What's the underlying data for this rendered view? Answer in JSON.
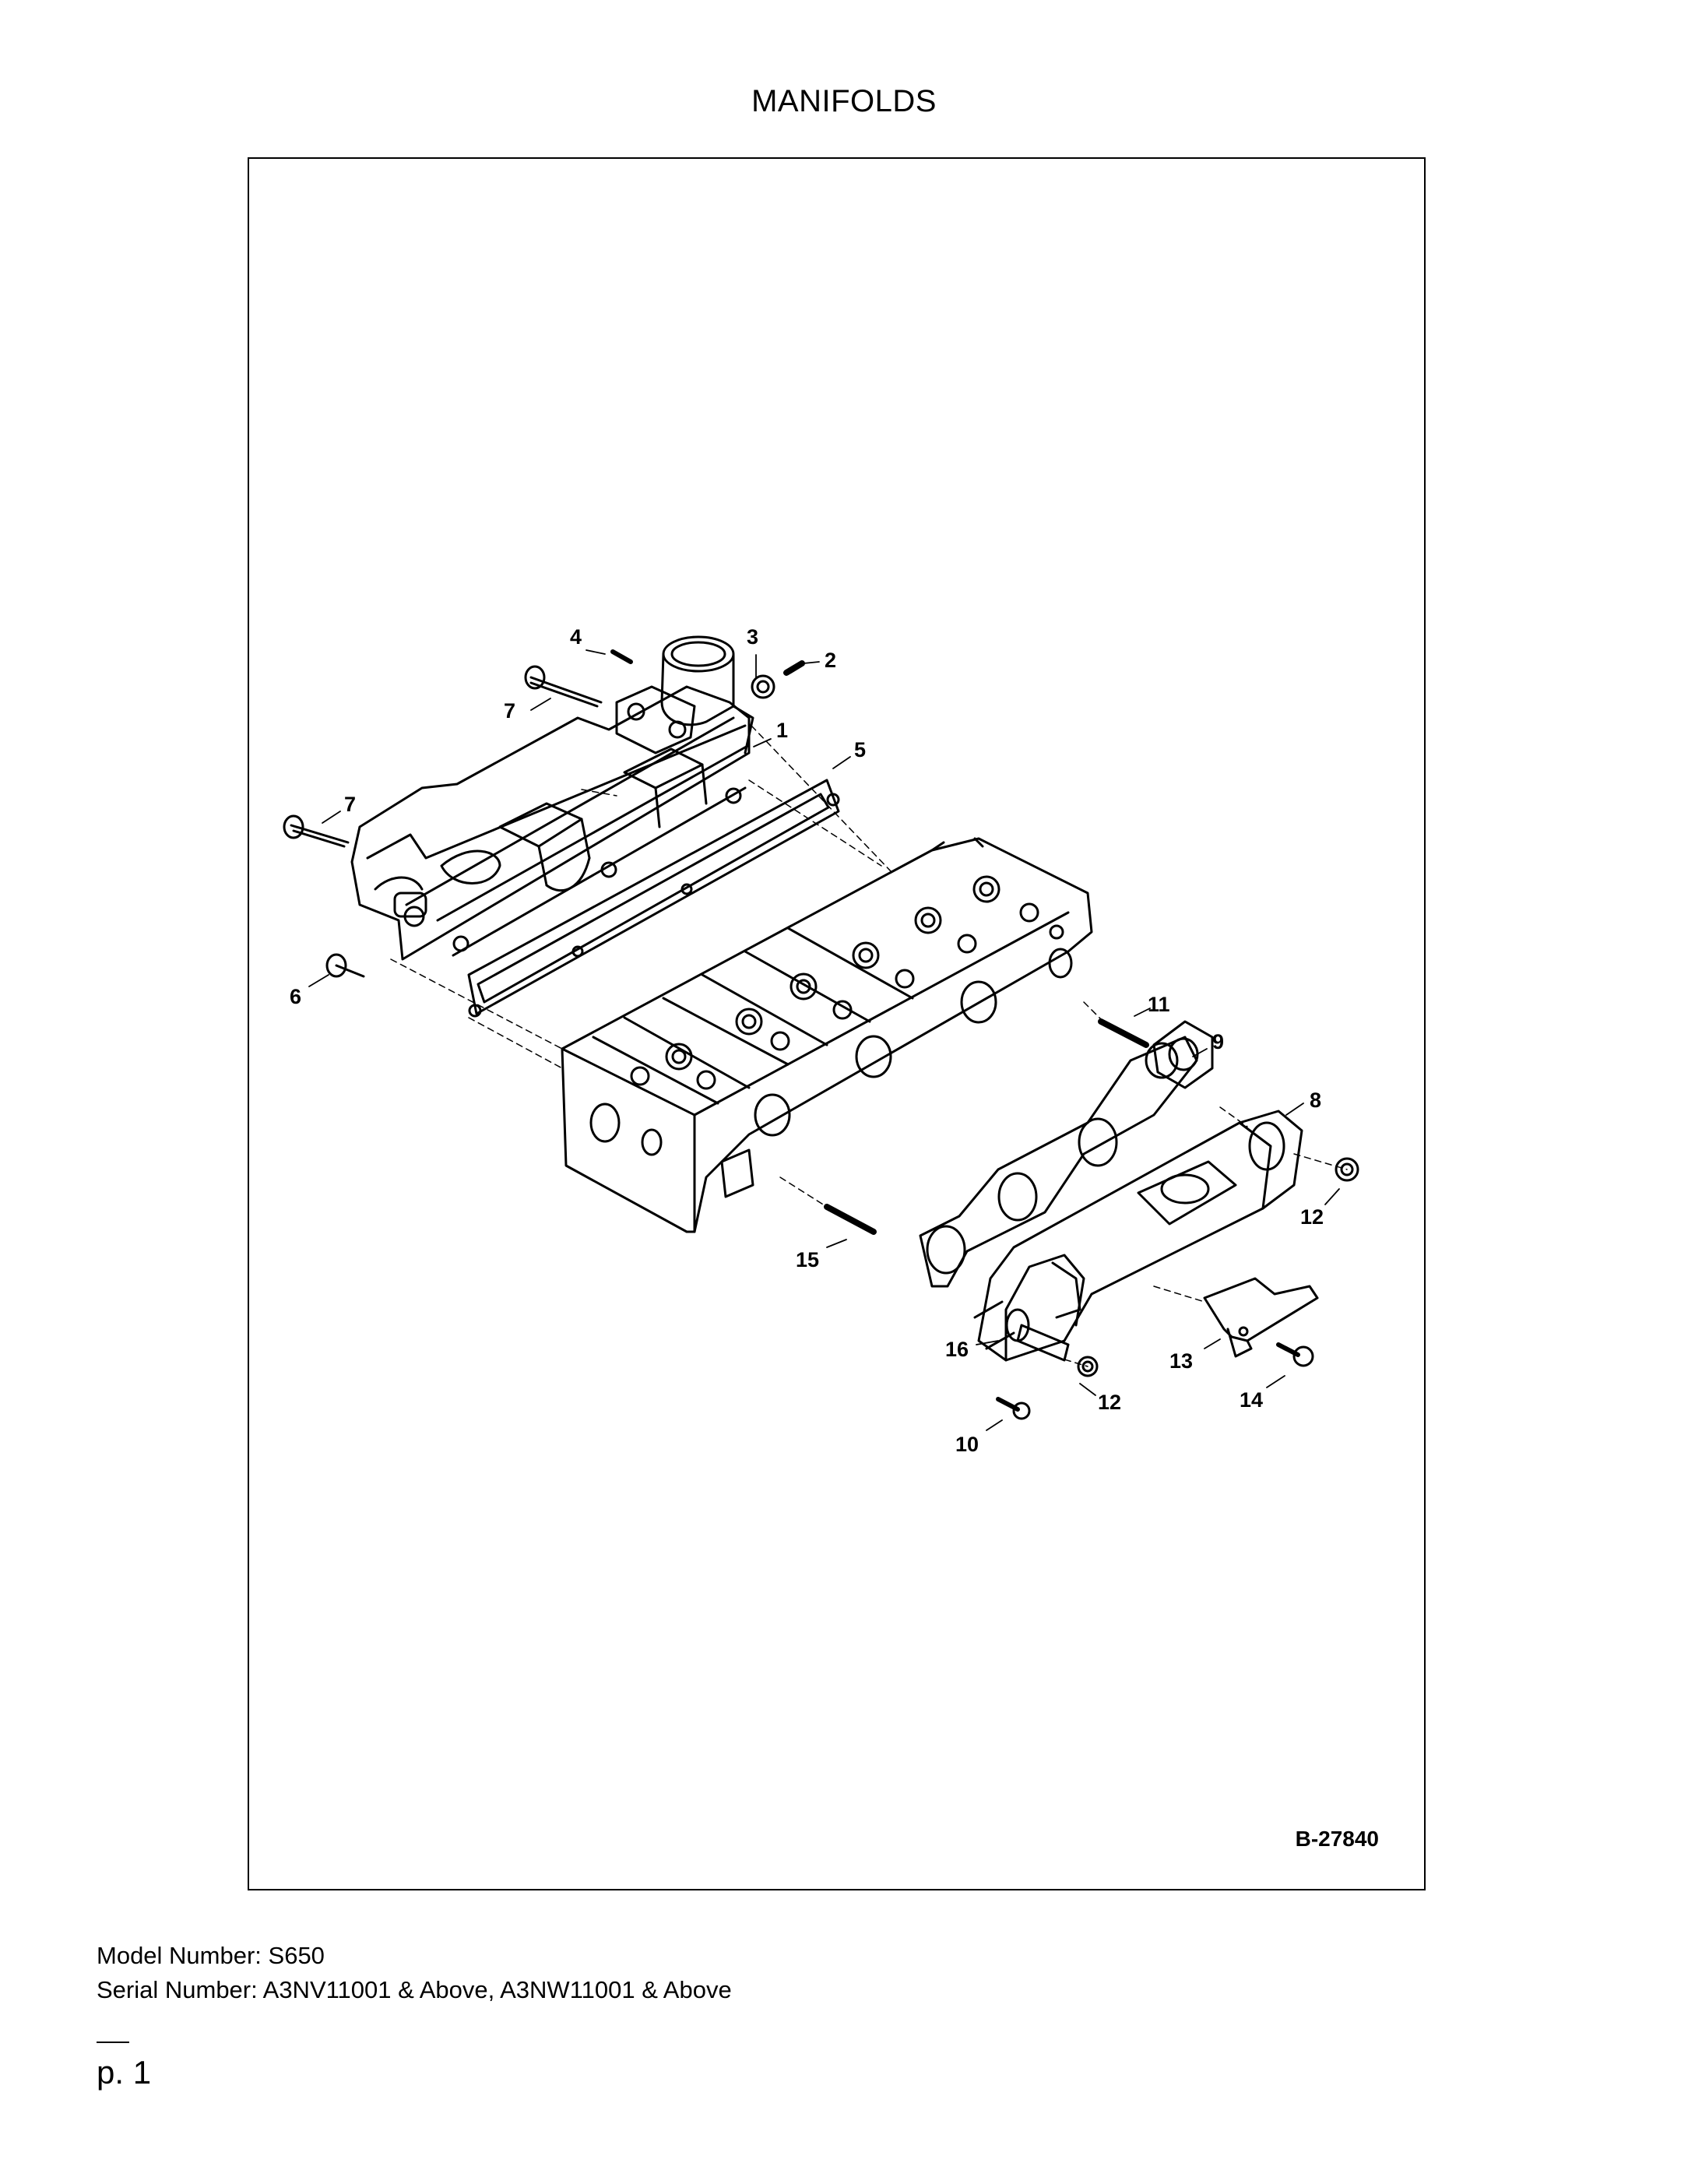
{
  "page": {
    "title": "MANIFOLDS",
    "figure_code": "B-27840",
    "model_line": "Model Number: S650",
    "serial_line": "Serial Number: A3NV11001 & Above, A3NW11001 & Above",
    "page_number": "p. 1"
  },
  "callouts": {
    "c1": "1",
    "c2": "2",
    "c3": "3",
    "c4": "4",
    "c5": "5",
    "c6": "6",
    "c7a": "7",
    "c7b": "7",
    "c8": "8",
    "c9": "9",
    "c10": "10",
    "c11": "11",
    "c12a": "12",
    "c12b": "12",
    "c13": "13",
    "c14": "14",
    "c15": "15",
    "c16": "16"
  }
}
